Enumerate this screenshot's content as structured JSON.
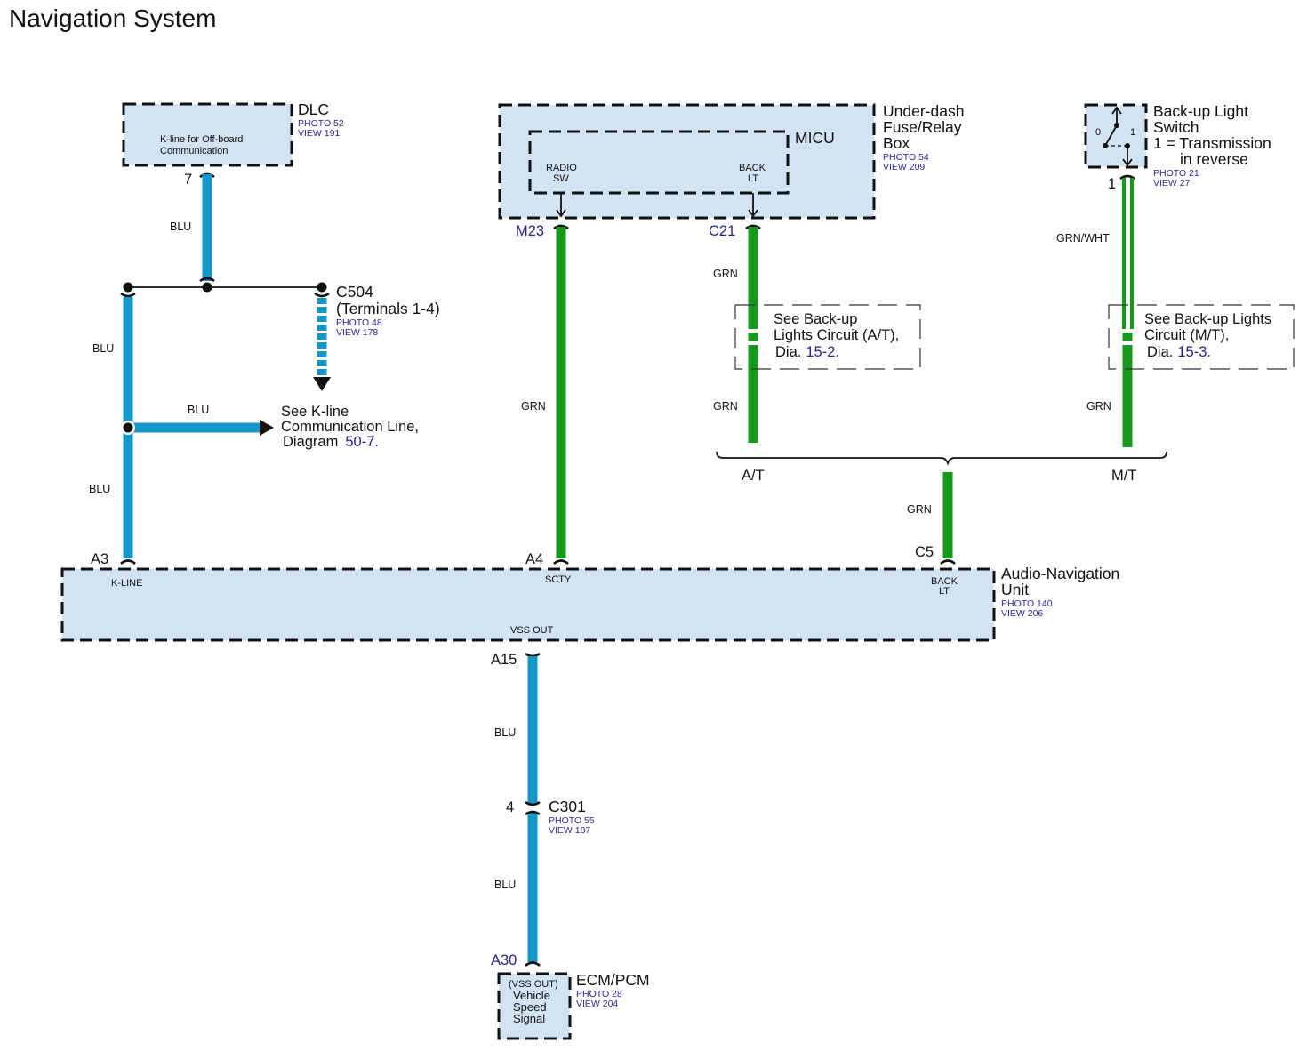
{
  "title": "Navigation System",
  "colors": {
    "blu_wire": "#1596c8",
    "grn_wire": "#14991a",
    "component_fill": "#d2e3f4",
    "reference_text": "#2a2a9a"
  },
  "components": {
    "dlc": {
      "name": "DLC",
      "photo": "PHOTO 52",
      "view": "VIEW 191",
      "desc_line1": "K-line for Off-board",
      "desc_line2": "Communication",
      "pin": "7"
    },
    "fuse_box": {
      "name_line1": "Under-dash",
      "name_line2": "Fuse/Relay",
      "name_line3": "Box",
      "photo": "PHOTO 54",
      "view": "VIEW 209",
      "micu": "MICU",
      "radio_sw_line1": "RADIO",
      "radio_sw_line2": "SW",
      "back_lt_line1": "BACK",
      "back_lt_line2": "LT",
      "pin_m23": "M23",
      "pin_c21": "C21"
    },
    "backup_switch": {
      "name_line1": "Back-up Light",
      "name_line2": "Switch",
      "note_line1": "1 = Transmission",
      "note_line2": "in reverse",
      "photo": "PHOTO 21",
      "view": "VIEW 27",
      "pos0": "0",
      "pos1": "1",
      "pin": "1"
    },
    "c504": {
      "name": "C504",
      "terminals": "(Terminals 1-4)",
      "photo": "PHOTO 48",
      "view": "VIEW 178"
    },
    "audio_nav": {
      "name_line1": "Audio-Navigation",
      "name_line2": "Unit",
      "photo": "PHOTO 140",
      "view": "VIEW 206",
      "kline": "K-LINE",
      "scty": "SCTY",
      "back_lt_line1": "BACK",
      "back_lt_line2": "LT",
      "vss_out": "VSS OUT",
      "pin_a3": "A3",
      "pin_a4": "A4",
      "pin_c5": "C5",
      "pin_a15": "A15"
    },
    "c301": {
      "name": "C301",
      "photo": "PHOTO 55",
      "view": "VIEW 187",
      "pin": "4"
    },
    "ecm": {
      "name": "ECM/PCM",
      "photo": "PHOTO 28",
      "view": "VIEW 204",
      "desc_line1": "(VSS OUT)",
      "desc_line2": "Vehicle",
      "desc_line3": "Speed",
      "desc_line4": "Signal",
      "pin": "A30"
    }
  },
  "wires": {
    "dlc_to_splice": "BLU",
    "kline_upper": "BLU",
    "kline_branch": "BLU",
    "kline_lower": "BLU",
    "scty": "GRN",
    "backlt_at_upper": "GRN",
    "backlt_at_lower": "GRN",
    "backlt_mt_upper": "GRN/WHT",
    "backlt_mt_lower": "GRN",
    "backlt_merged": "GRN",
    "vss_upper": "BLU",
    "vss_lower": "BLU"
  },
  "references": {
    "kline": {
      "line1": "See K-line",
      "line2": "Communication Line,",
      "line3_prefix": "Diagram",
      "link": "50-7",
      "suffix": "."
    },
    "at": {
      "line1": "See Back-up",
      "line2": "Lights Circuit (A/T),",
      "line3_prefix": "Dia.",
      "link": "15-2",
      "suffix": "."
    },
    "mt": {
      "line1": "See Back-up Lights",
      "line2": "Circuit (M/T),",
      "line3_prefix": "Dia.",
      "link": "15-3",
      "suffix": "."
    }
  },
  "variants": {
    "at": "A/T",
    "mt": "M/T"
  }
}
